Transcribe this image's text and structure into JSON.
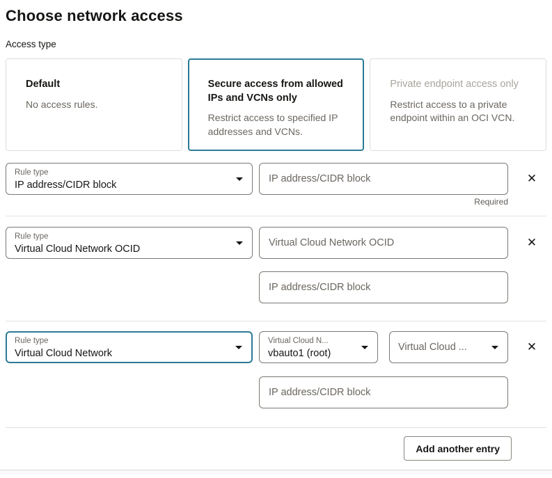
{
  "page": {
    "title": "Choose network access",
    "access_type_label": "Access type"
  },
  "access_cards": [
    {
      "title": "Default",
      "description": "No access rules.",
      "state": "unselected"
    },
    {
      "title": "Secure access from allowed IPs and VCNs only",
      "description": "Restrict access to specified IP addresses and VCNs.",
      "state": "selected"
    },
    {
      "title": "Private endpoint access only",
      "description": "Restrict access to a private endpoint within an OCI VCN.",
      "state": "disabled"
    }
  ],
  "entries": [
    {
      "rule_type_label": "Rule type",
      "rule_type_value": "IP address/CIDR block",
      "ip_placeholder": "IP address/CIDR block",
      "required_hint": "Required"
    },
    {
      "rule_type_label": "Rule type",
      "rule_type_value": "Virtual Cloud Network OCID",
      "ocid_placeholder": "Virtual Cloud Network OCID",
      "ip_placeholder": "IP address/CIDR block"
    },
    {
      "rule_type_label": "Rule type",
      "rule_type_value": "Virtual Cloud Network",
      "vcn_select_label": "Virtual Cloud N...",
      "vcn_select_value": "vbauto1 (root)",
      "vcn_subnet_placeholder": "Virtual Cloud ...",
      "ip_placeholder": "IP address/CIDR block"
    }
  ],
  "buttons": {
    "add_another_entry": "Add another entry"
  },
  "icons": {
    "remove_entry": "✕"
  },
  "colors": {
    "accent_teal": "#2c7a96",
    "text_dark": "#161513",
    "text_gray": "#6b6660",
    "text_disabled": "#a9a49e",
    "input_border": "#7d7873",
    "card_border": "#e0ddd9",
    "divider": "#e4e2df"
  }
}
